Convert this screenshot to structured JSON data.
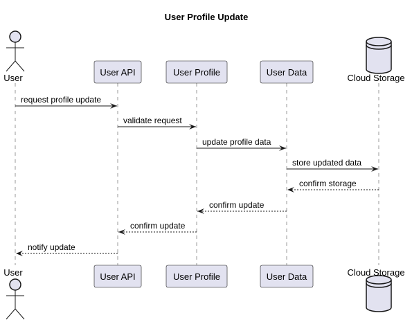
{
  "diagram": {
    "title": "User Profile Update",
    "participants": [
      {
        "id": "user",
        "label": "User",
        "kind": "actor"
      },
      {
        "id": "api",
        "label": "User API",
        "kind": "participant"
      },
      {
        "id": "profile",
        "label": "User Profile",
        "kind": "participant"
      },
      {
        "id": "data",
        "label": "User Data",
        "kind": "participant"
      },
      {
        "id": "storage",
        "label": "Cloud Storage",
        "kind": "database"
      }
    ],
    "messages": [
      {
        "from": "user",
        "to": "api",
        "label": "request profile update",
        "style": "solid"
      },
      {
        "from": "api",
        "to": "profile",
        "label": "validate request",
        "style": "solid"
      },
      {
        "from": "profile",
        "to": "data",
        "label": "update profile data",
        "style": "solid"
      },
      {
        "from": "data",
        "to": "storage",
        "label": "store updated data",
        "style": "solid"
      },
      {
        "from": "storage",
        "to": "data",
        "label": "confirm storage",
        "style": "dashed"
      },
      {
        "from": "data",
        "to": "profile",
        "label": "confirm update",
        "style": "dashed"
      },
      {
        "from": "profile",
        "to": "api",
        "label": "confirm update",
        "style": "dashed"
      },
      {
        "from": "api",
        "to": "user",
        "label": "notify update",
        "style": "dashed"
      }
    ],
    "colors": {
      "participant_fill": "#e2e2f0",
      "border": "#181818",
      "lifeline": "#999999"
    }
  }
}
